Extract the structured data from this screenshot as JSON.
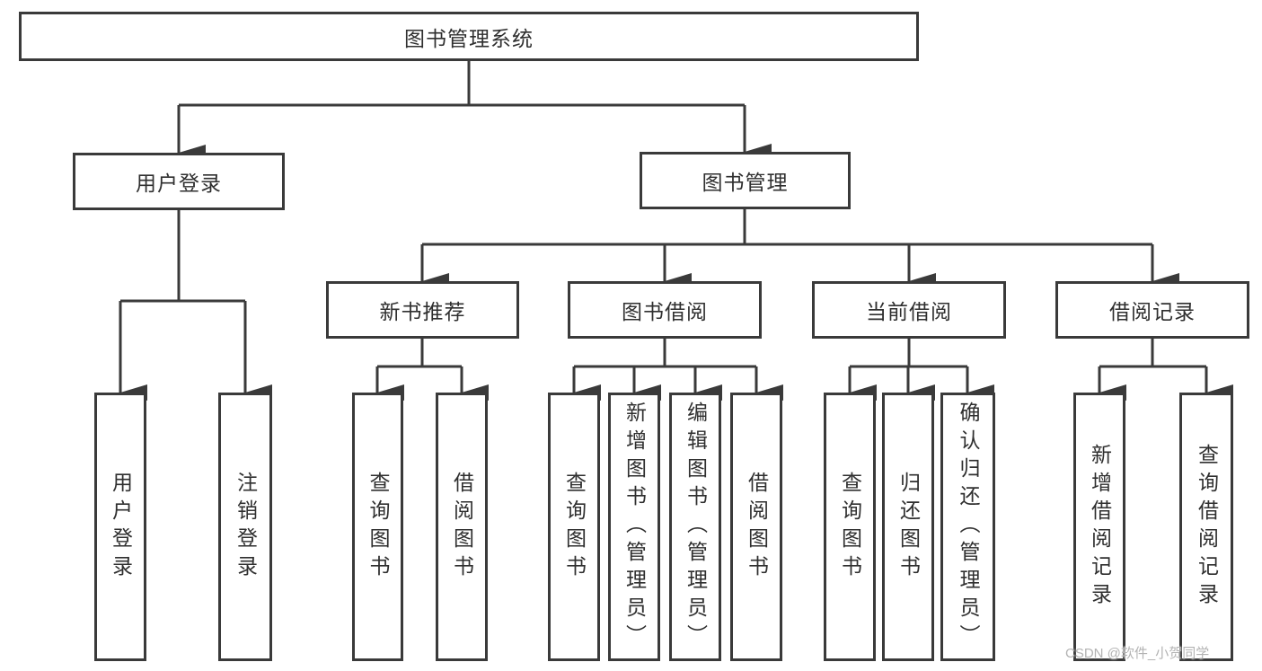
{
  "tree": {
    "root": {
      "label": "图书管理系统"
    },
    "level2": [
      {
        "label": "用户登录",
        "children": [
          "用户登录",
          "注销登录"
        ]
      },
      {
        "label": "图书管理",
        "children": [
          {
            "label": "新书推荐",
            "children": [
              "查询图书",
              "借阅图书"
            ]
          },
          {
            "label": "图书借阅",
            "children": [
              "查询图书",
              "新增图书（管理员）",
              "编辑图书（管理员）",
              "借阅图书"
            ]
          },
          {
            "label": "当前借阅",
            "children": [
              "查询图书",
              "归还图书",
              "确认归还（管理员）"
            ]
          },
          {
            "label": "借阅记录",
            "children": [
              "新增借阅记录",
              "查询借阅记录"
            ]
          }
        ]
      }
    ]
  },
  "watermark": {
    "text": "CSDN @软件_小贺同学"
  },
  "colors": {
    "line": "#3a3a3a",
    "box_border": "#3a3a3a",
    "text": "#2f2f2f",
    "watermark": "#b3b3b3",
    "background": "#ffffff"
  }
}
